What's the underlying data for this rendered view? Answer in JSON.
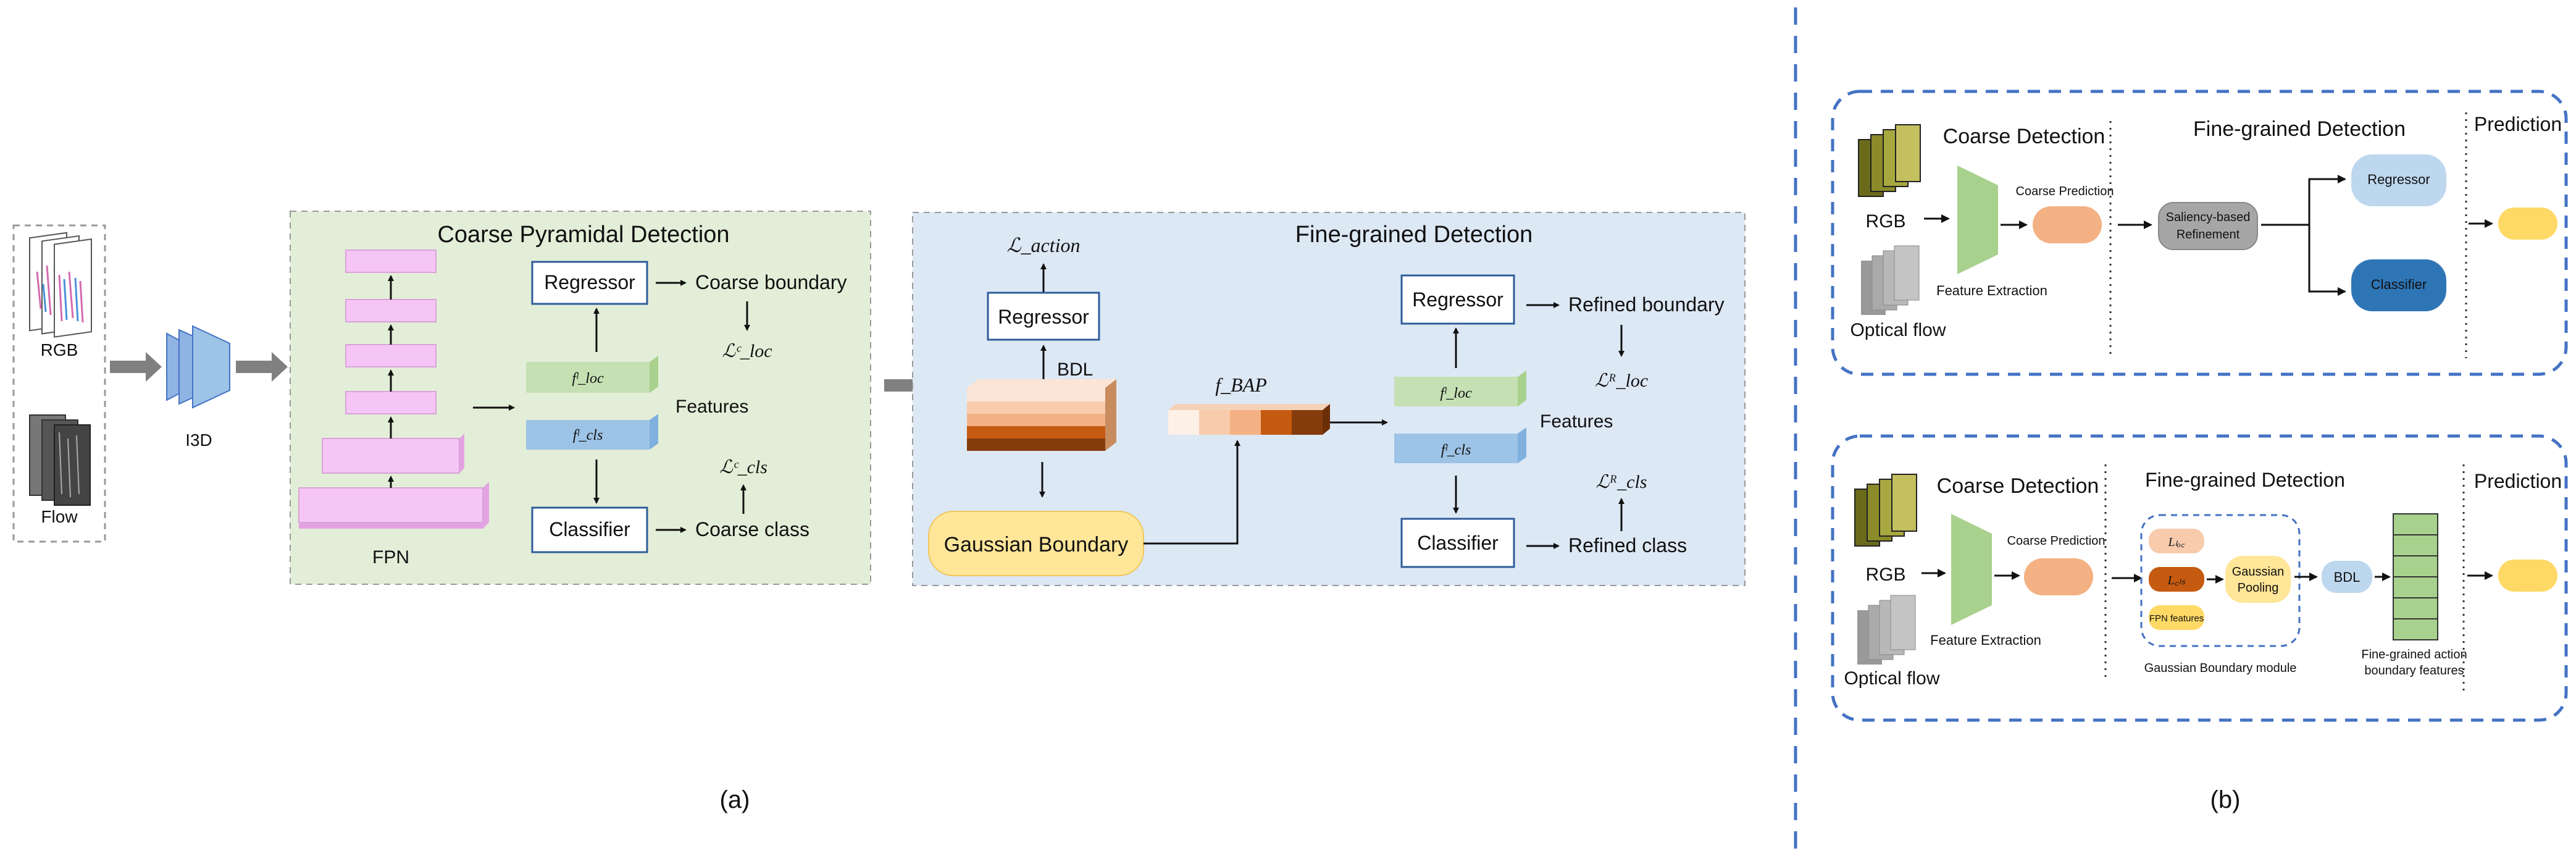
{
  "panel_a": {
    "input": {
      "rgb_label": "RGB",
      "flow_label": "Flow",
      "backbone_label": "I3D"
    },
    "coarse": {
      "title": "Coarse Pyramidal Detection",
      "fpn_label": "FPN",
      "regressor": "Regressor",
      "classifier": "Classifier",
      "features_label": "Features",
      "coarse_boundary": "Coarse boundary",
      "coarse_class": "Coarse class",
      "loss_loc": "ℒᶜ_loc",
      "loss_cls": "ℒᶜ_cls",
      "f_loc": "fˡ_loc",
      "f_cls": "fˡ_cls"
    },
    "fine": {
      "title": "Fine-grained Detection",
      "loss_action": "ℒ_action",
      "regressor_left": "Regressor",
      "bdl": "BDL",
      "gaussian_boundary": "Gaussian Boundary",
      "f_bap": "f_BAP",
      "regressor": "Regressor",
      "classifier": "Classifier",
      "features_label": "Features",
      "refined_boundary": "Refined boundary",
      "refined_class": "Refined class",
      "loss_loc": "ℒᴿ_loc",
      "loss_cls": "ℒᴿ_cls",
      "f_loc": "fˡ_loc",
      "f_cls": "fˡ_cls"
    },
    "caption": "(a)"
  },
  "panel_b": {
    "top": {
      "rgb": "RGB",
      "optical_flow": "Optical flow",
      "coarse_detection": "Coarse Detection",
      "feature_extraction": "Feature Extraction",
      "coarse_prediction": "Coarse Prediction",
      "fine_grained_detection": "Fine-grained Detection",
      "saliency_line1": "Saliency-based",
      "saliency_line2": "Refinement",
      "regressor": "Regressor",
      "classifier": "Classifier",
      "prediction": "Prediction"
    },
    "bottom": {
      "rgb": "RGB",
      "optical_flow": "Optical flow",
      "coarse_detection": "Coarse Detection",
      "feature_extraction": "Feature Extraction",
      "coarse_prediction": "Coarse Prediction",
      "fine_grained_detection": "Fine-grained Detection",
      "l_loc": "Lₗₒ꜀",
      "l_cls": "L꜀ₗₛ",
      "fpn_features": "FPN features",
      "gaussian_line1": "Gaussian",
      "gaussian_line2": "Pooling",
      "bdl": "BDL",
      "gaussian_boundary_module": "Gaussian Boundary module",
      "fg_features_line1": "Fine-grained action",
      "fg_features_line2": "boundary features",
      "prediction": "Prediction"
    },
    "caption": "(b)"
  },
  "colors": {
    "coarse_bg": "#e3eed8",
    "fine_bg": "#dde8f5",
    "fpn_pink": "#f5c6f5",
    "feat_green": "#c5e0b3",
    "feat_blue": "#9dc3e6",
    "gaussian_yellow": "#ffe699",
    "dashed_blue": "#4472c4",
    "box_border": "#2e5c9a"
  }
}
